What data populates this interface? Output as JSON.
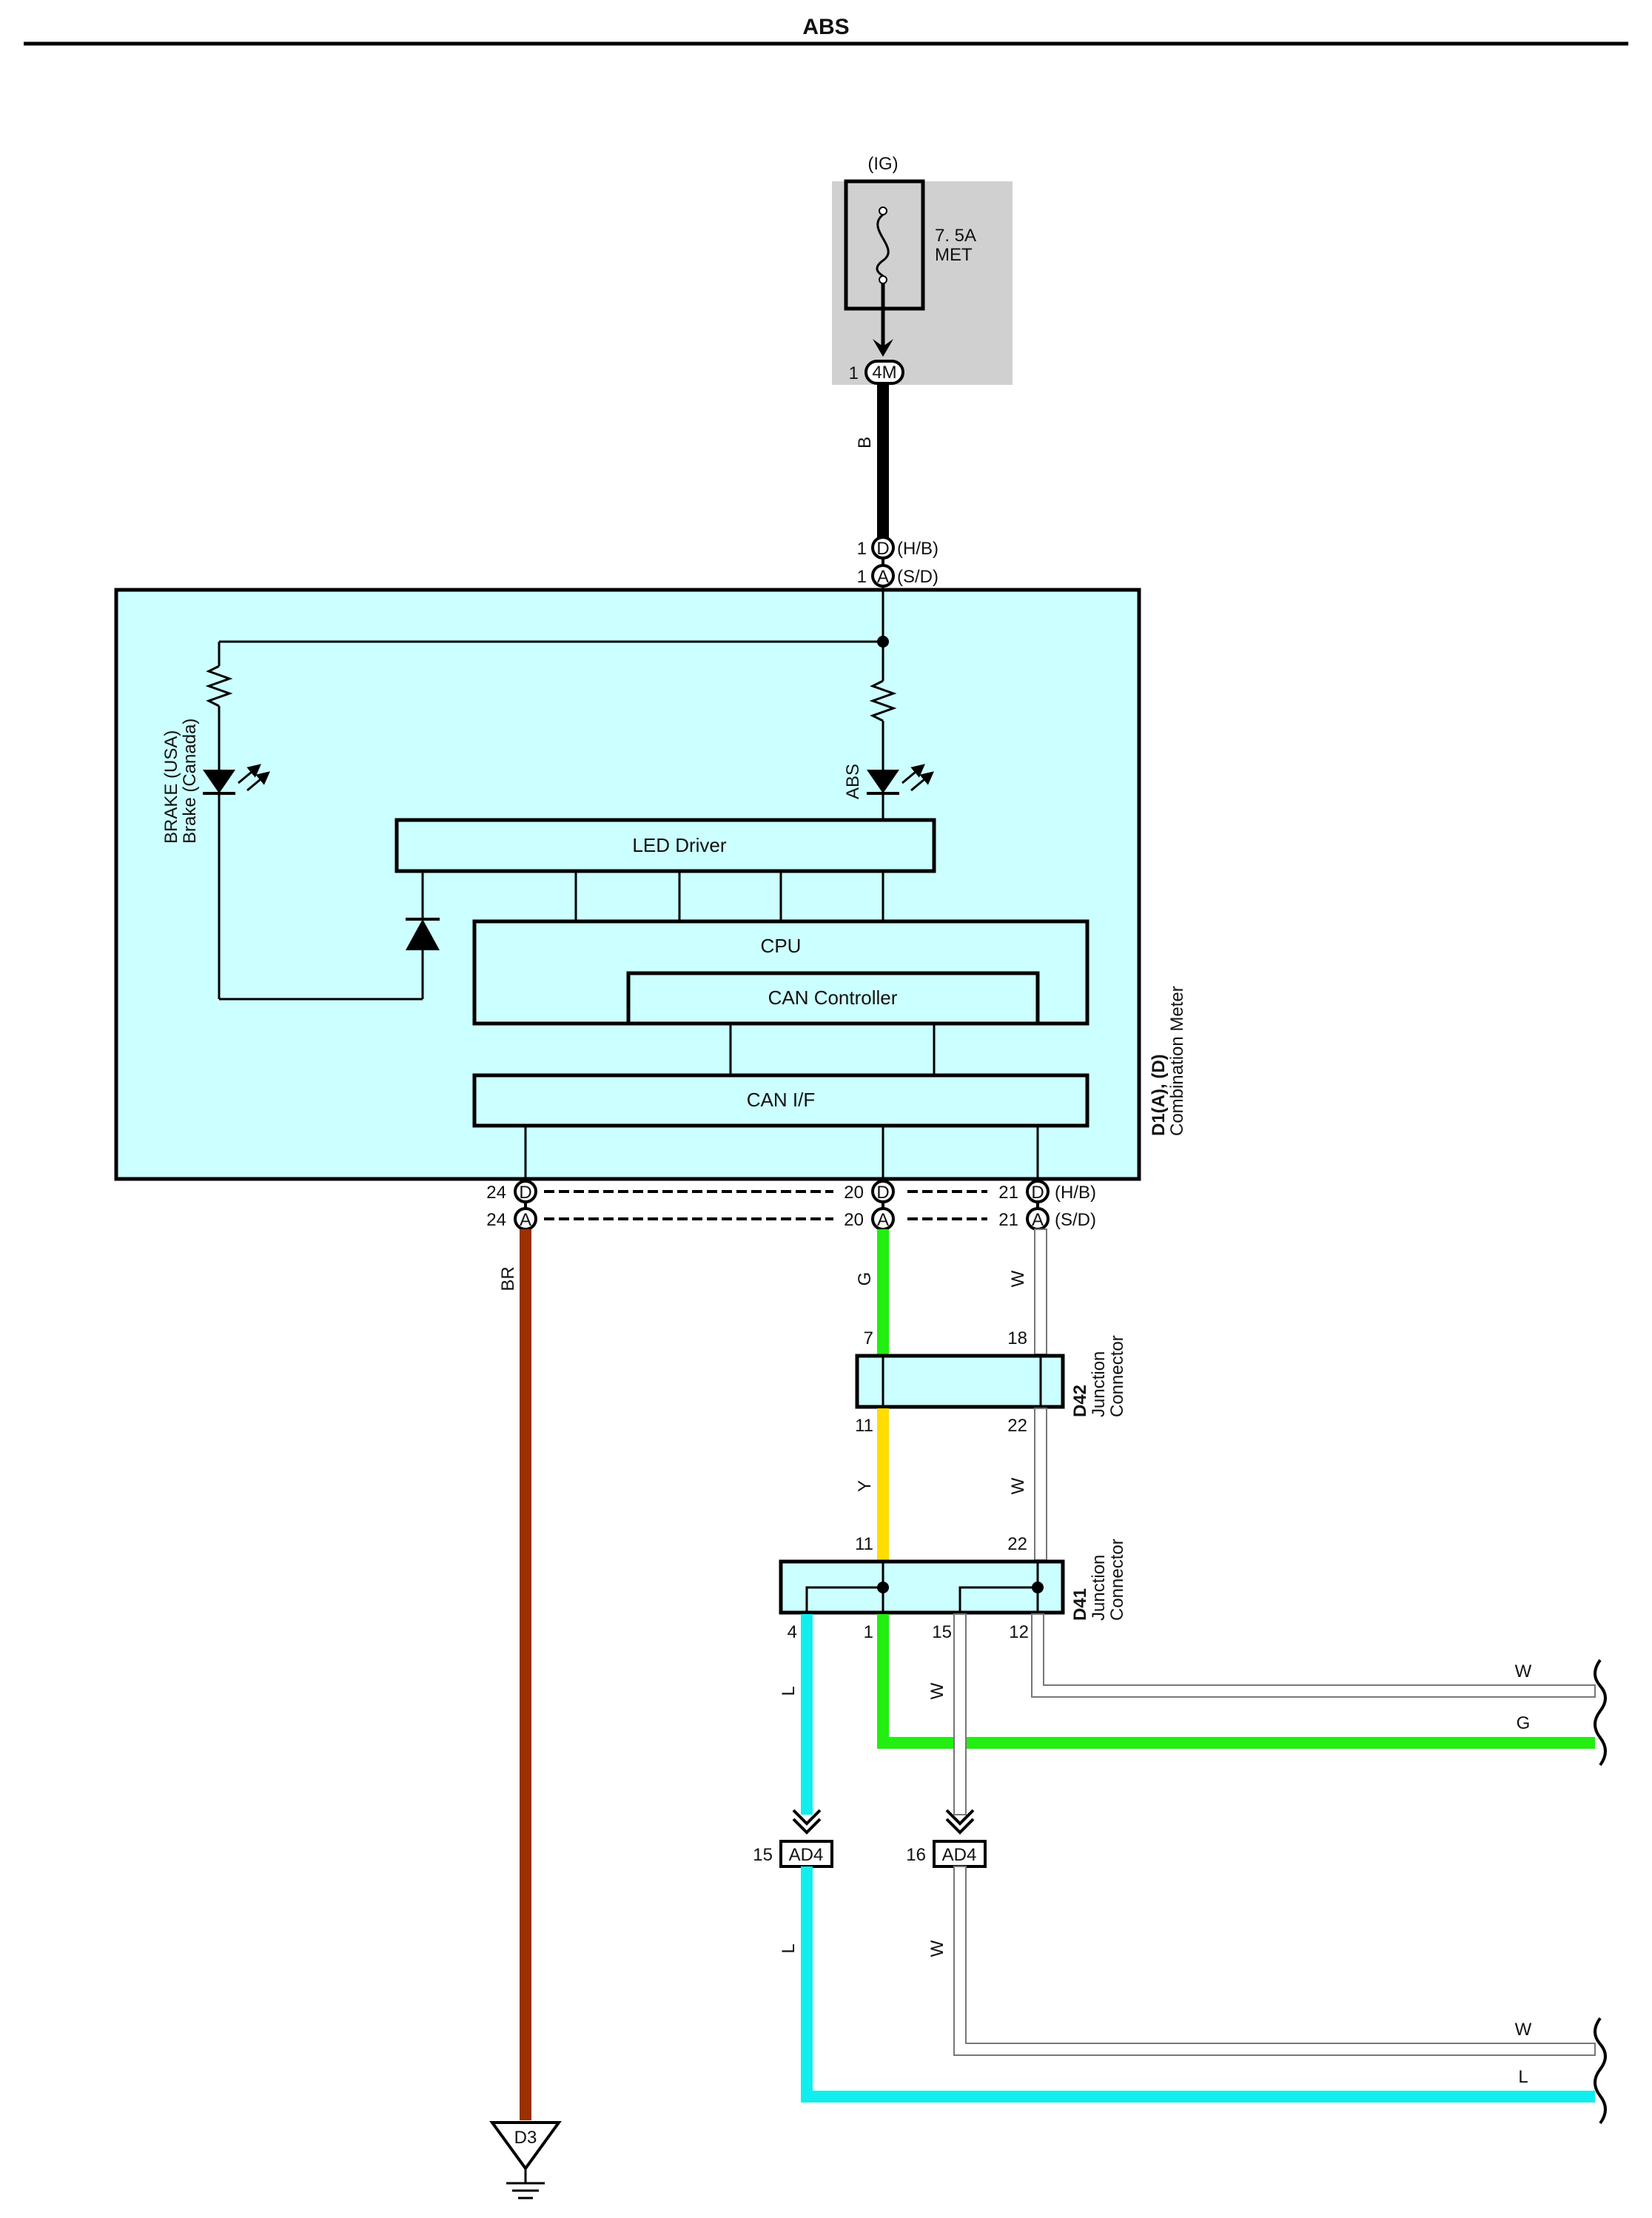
{
  "title": "ABS",
  "fuse": {
    "source": "(IG)",
    "rating": "7. 5A",
    "name": "MET",
    "pin": "1",
    "connector": "4M"
  },
  "wire_colors": {
    "B": "#000000",
    "BR": "#9a3000",
    "G": "#22ee11",
    "Y": "#ffdd00",
    "W": "#ffffff",
    "L": "#11eeee"
  },
  "wires": {
    "B": "B",
    "BR": "BR",
    "G": "G",
    "Y": "Y",
    "W": "W",
    "L": "L"
  },
  "meter": {
    "label_id": "D1(A), (D)",
    "label_name": "Combination Meter",
    "variant_hb": "(H/B)",
    "variant_sd": "(S/D)",
    "power_pin": "1",
    "conn_d": "D",
    "conn_a": "A",
    "lamp_left_line1": "BRAKE (USA)",
    "lamp_left_line2": "Brake (Canada)",
    "lamp_right": "ABS",
    "led_driver": "LED Driver",
    "cpu": "CPU",
    "can_controller": "CAN Controller",
    "can_if": "CAN I/F",
    "pins_bottom": [
      "24",
      "20",
      "21"
    ]
  },
  "d42": {
    "id": "D42",
    "line1": "Junction",
    "line2": "Connector",
    "pins_top": [
      "7",
      "18"
    ],
    "pins_bottom": [
      "11",
      "22"
    ]
  },
  "d41": {
    "id": "D41",
    "line1": "Junction",
    "line2": "Connector",
    "pins_top": [
      "11",
      "22"
    ],
    "pins_bottom": [
      "4",
      "1",
      "15",
      "12"
    ]
  },
  "ad4": {
    "name": "AD4",
    "pin_left": "15",
    "pin_right": "16"
  },
  "ground": "D3"
}
